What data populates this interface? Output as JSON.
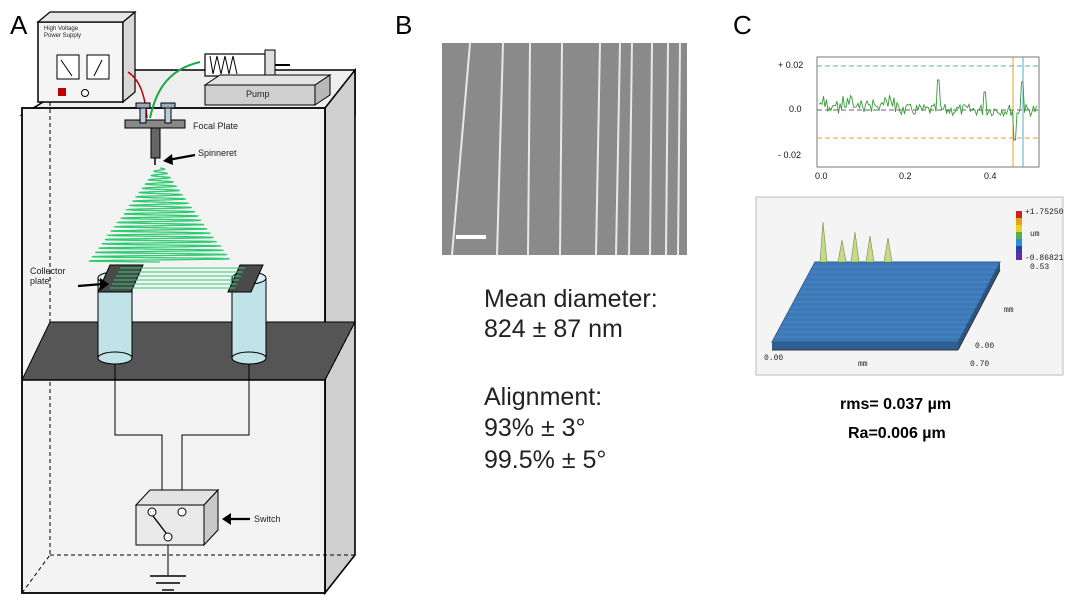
{
  "panels": {
    "a": {
      "letter": "A"
    },
    "b": {
      "letter": "B"
    },
    "c": {
      "letter": "C"
    }
  },
  "apparatus": {
    "power_supply": "High Voltage\nPower Supply",
    "pump": "Pump",
    "focal_plate": "Focal Plate",
    "spinneret": "Spinneret",
    "collector_plate": "Collector\nplate",
    "switch": "Switch",
    "fiber_color": "#2ecc71"
  },
  "sem": {
    "mean_diameter_label": "Mean diameter:",
    "mean_diameter_value": "824 ± 87 nm",
    "alignment_label": "Alignment:",
    "alignment_1": "93% ± 3°",
    "alignment_2": "99.5% ± 5°"
  },
  "profile": {
    "y_ticks": [
      "+ 0.02",
      "0.0",
      "- 0.02"
    ],
    "x_ticks": [
      "0.0",
      "0.2",
      "0.4"
    ],
    "line_color": "#3a9a3a",
    "upper_ref_color": "#5aa9c8",
    "lower_ref_color": "#e0a030"
  },
  "surface": {
    "colorbar_top": "+1.75250",
    "colorbar_unit": "um",
    "colorbar_bottom": "-0.86821",
    "colorbar_extra": "0.53",
    "axis_right_unit": "mm",
    "axis_right_0": "0.00",
    "axis_right_1": "0.70",
    "axis_bottom_0": "0.00",
    "axis_bottom_unit": "mm",
    "surface_color": "#3d79b8"
  },
  "roughness": {
    "rms": "rms= 0.037 µm",
    "ra": "Ra=0.006 µm"
  }
}
